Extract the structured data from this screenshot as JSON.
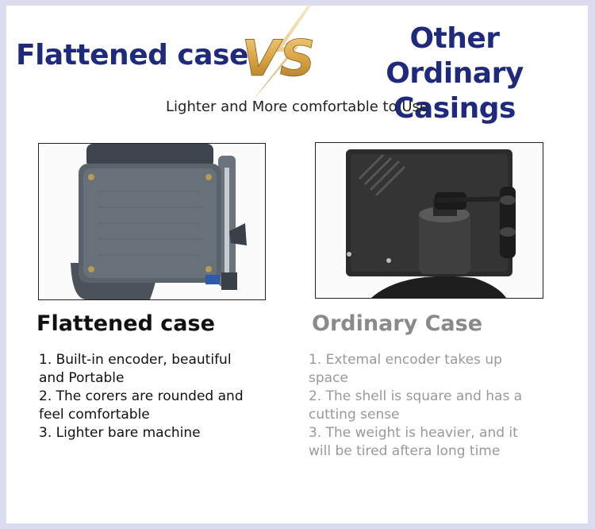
{
  "header": {
    "left_title": "Flattened case",
    "vs_label": "VS",
    "right_title_line1": "Other",
    "right_title_line2": "Ordinary Casings"
  },
  "subtitle": "Lighter and More comfortable to Use",
  "left_column": {
    "title": "Flattened case",
    "lines": [
      "1. Built-in encoder, beautiful",
      "and Portable",
      "2. The corers are rounded and",
      "feel comfortable",
      "3. Lighter bare machine"
    ]
  },
  "right_column": {
    "title": "Ordinary Case",
    "lines": [
      "1. Extemal encoder takes up",
      "space",
      "2. The shell is square and has a",
      "cutting sense",
      "3. The weight is heavier, and it",
      "will be tired aftera long time"
    ]
  },
  "colors": {
    "headline": "#1f2a7c",
    "vs_gold": "#d9a441",
    "muted_text": "#999999",
    "page_background": "#dcdcf0"
  }
}
